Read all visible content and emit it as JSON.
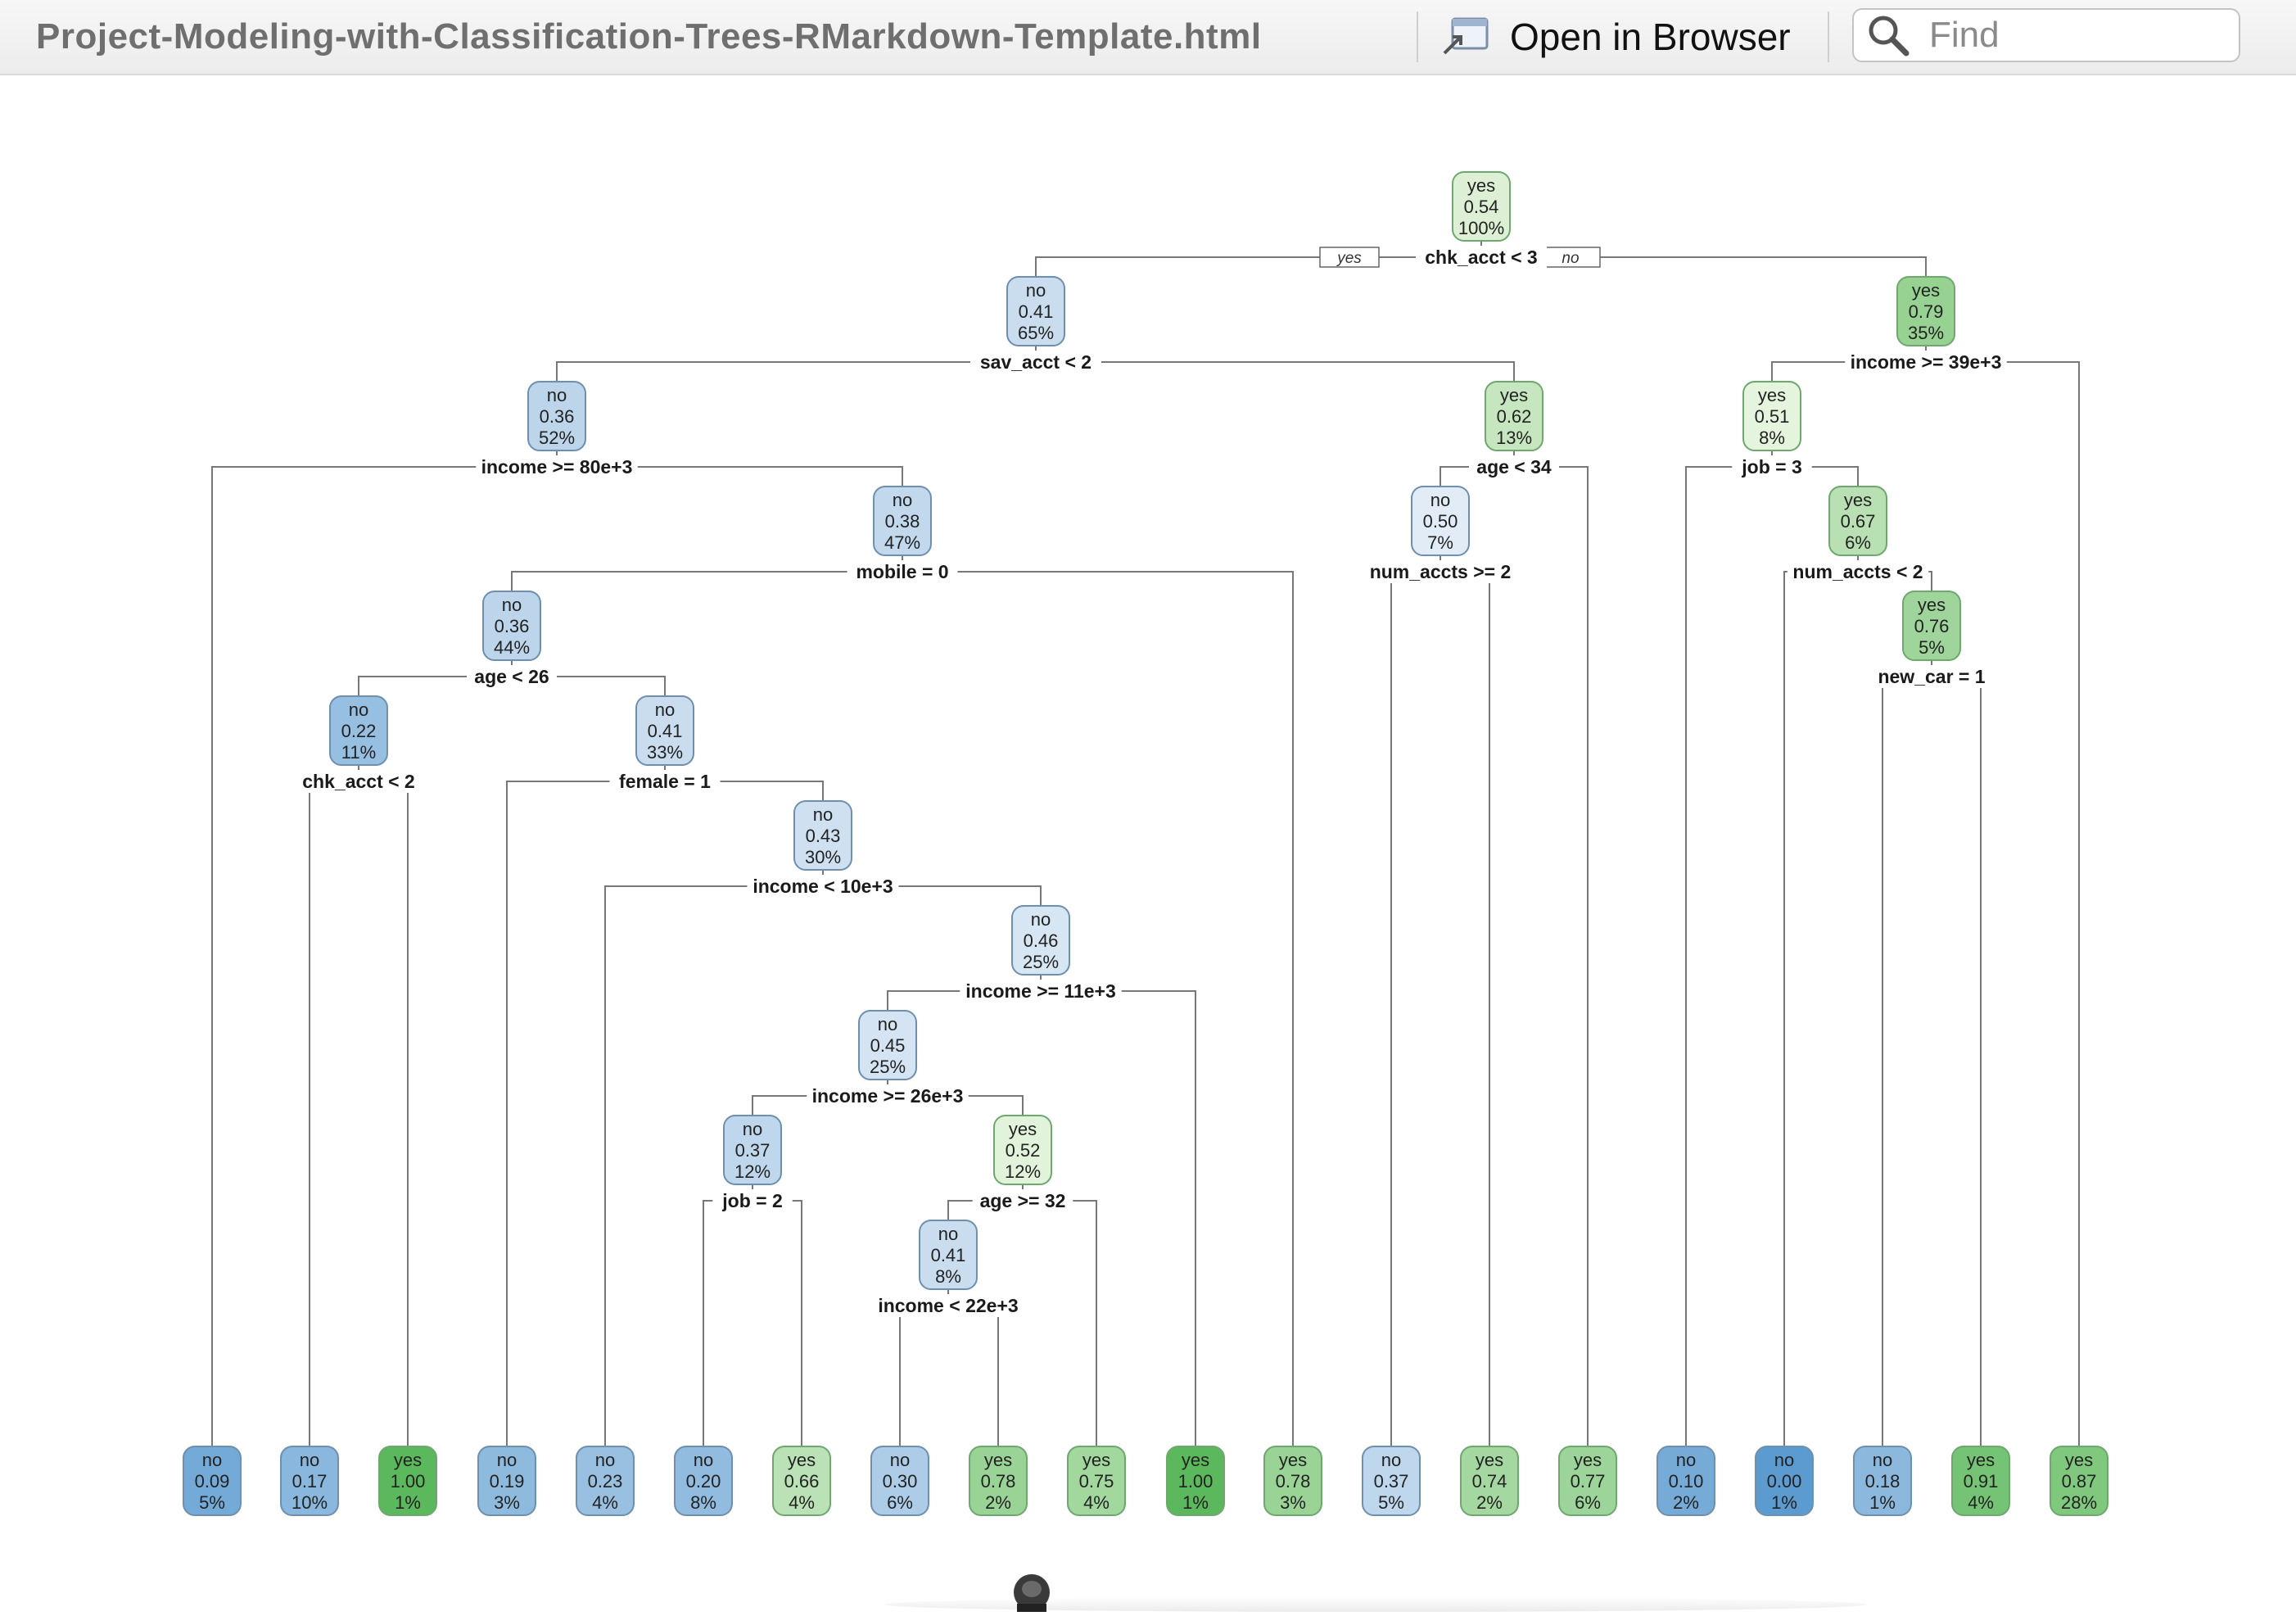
{
  "window": {
    "file_title": "Project-Modeling-with-Classification-Trees-RMarkdown-Template.html",
    "open_in_browser_label": "Open in Browser",
    "open_in_browser_icon": "open-in-browser-icon",
    "find_placeholder": "Find",
    "find_icon": "magnifier-icon"
  },
  "colors": {
    "edge": "#777777",
    "blue_strong": "#5b9bd0",
    "blue_light": "#e2ecf6",
    "green_strong": "#5cb85c",
    "green_light": "#e8f5e0",
    "node_border_blue": "#6f8fae",
    "node_border_green": "#6ea86e"
  },
  "tree": {
    "edge_tags": {
      "left": "yes",
      "right": "no"
    },
    "nodes": [
      {
        "id": 1,
        "cls": "yes",
        "prob": "0.54",
        "pct": "100%",
        "split": "chk_acct < 3"
      },
      {
        "id": 2,
        "parent": 1,
        "cls": "no",
        "prob": "0.41",
        "pct": "65%",
        "split": "sav_acct < 2"
      },
      {
        "id": 3,
        "parent": 1,
        "cls": "yes",
        "prob": "0.79",
        "pct": "35%",
        "split": "income >= 39e+3"
      },
      {
        "id": 4,
        "parent": 2,
        "cls": "no",
        "prob": "0.36",
        "pct": "52%",
        "split": "income >= 80e+3"
      },
      {
        "id": 5,
        "parent": 2,
        "cls": "yes",
        "prob": "0.62",
        "pct": "13%",
        "split": "age < 34"
      },
      {
        "id": 6,
        "parent": 3,
        "cls": "yes",
        "prob": "0.51",
        "pct": "8%",
        "split": "job = 3"
      },
      {
        "id": 7,
        "parent": 4,
        "cls": "no",
        "prob": "0.38",
        "pct": "47%",
        "split": "mobile = 0"
      },
      {
        "id": 8,
        "parent": 5,
        "cls": "no",
        "prob": "0.50",
        "pct": "7%",
        "split": "num_accts >= 2"
      },
      {
        "id": 9,
        "parent": 6,
        "cls": "yes",
        "prob": "0.67",
        "pct": "6%",
        "split": "num_accts < 2"
      },
      {
        "id": 10,
        "parent": 7,
        "cls": "no",
        "prob": "0.36",
        "pct": "44%",
        "split": "age < 26"
      },
      {
        "id": 11,
        "parent": 9,
        "cls": "yes",
        "prob": "0.76",
        "pct": "5%",
        "split": "new_car = 1"
      },
      {
        "id": 12,
        "parent": 10,
        "cls": "no",
        "prob": "0.22",
        "pct": "11%",
        "split": "chk_acct < 2"
      },
      {
        "id": 13,
        "parent": 10,
        "cls": "no",
        "prob": "0.41",
        "pct": "33%",
        "split": "female = 1"
      },
      {
        "id": 14,
        "parent": 13,
        "cls": "no",
        "prob": "0.43",
        "pct": "30%",
        "split": "income < 10e+3"
      },
      {
        "id": 15,
        "parent": 14,
        "cls": "no",
        "prob": "0.46",
        "pct": "25%",
        "split": "income >= 11e+3"
      },
      {
        "id": 16,
        "parent": 15,
        "cls": "no",
        "prob": "0.45",
        "pct": "25%",
        "split": "income >= 26e+3"
      },
      {
        "id": 17,
        "parent": 16,
        "cls": "no",
        "prob": "0.37",
        "pct": "12%",
        "split": "job = 2"
      },
      {
        "id": 18,
        "parent": 16,
        "cls": "yes",
        "prob": "0.52",
        "pct": "12%",
        "split": "age >= 32"
      },
      {
        "id": 19,
        "parent": 18,
        "cls": "no",
        "prob": "0.41",
        "pct": "8%",
        "split": "income < 22e+3"
      },
      {
        "id": 20,
        "parent": 4,
        "cls": "no",
        "prob": "0.09",
        "pct": "5%"
      },
      {
        "id": 21,
        "parent": 12,
        "cls": "no",
        "prob": "0.17",
        "pct": "10%"
      },
      {
        "id": 22,
        "parent": 12,
        "cls": "yes",
        "prob": "1.00",
        "pct": "1%"
      },
      {
        "id": 23,
        "parent": 13,
        "cls": "no",
        "prob": "0.19",
        "pct": "3%"
      },
      {
        "id": 24,
        "parent": 14,
        "cls": "no",
        "prob": "0.23",
        "pct": "4%"
      },
      {
        "id": 25,
        "parent": 17,
        "cls": "no",
        "prob": "0.20",
        "pct": "8%"
      },
      {
        "id": 26,
        "parent": 17,
        "cls": "yes",
        "prob": "0.66",
        "pct": "4%"
      },
      {
        "id": 27,
        "parent": 19,
        "cls": "no",
        "prob": "0.30",
        "pct": "6%"
      },
      {
        "id": 28,
        "parent": 19,
        "cls": "yes",
        "prob": "0.78",
        "pct": "2%"
      },
      {
        "id": 29,
        "parent": 18,
        "cls": "yes",
        "prob": "0.75",
        "pct": "4%"
      },
      {
        "id": 30,
        "parent": 15,
        "cls": "yes",
        "prob": "1.00",
        "pct": "1%"
      },
      {
        "id": 31,
        "parent": 7,
        "cls": "yes",
        "prob": "0.78",
        "pct": "3%"
      },
      {
        "id": 32,
        "parent": 8,
        "cls": "no",
        "prob": "0.37",
        "pct": "5%"
      },
      {
        "id": 33,
        "parent": 8,
        "cls": "yes",
        "prob": "0.74",
        "pct": "2%"
      },
      {
        "id": 34,
        "parent": 5,
        "cls": "yes",
        "prob": "0.77",
        "pct": "6%"
      },
      {
        "id": 35,
        "parent": 6,
        "cls": "no",
        "prob": "0.10",
        "pct": "2%"
      },
      {
        "id": 36,
        "parent": 9,
        "cls": "no",
        "prob": "0.00",
        "pct": "1%"
      },
      {
        "id": 37,
        "parent": 11,
        "cls": "no",
        "prob": "0.18",
        "pct": "1%"
      },
      {
        "id": 38,
        "parent": 11,
        "cls": "yes",
        "prob": "0.91",
        "pct": "4%"
      },
      {
        "id": 39,
        "parent": 3,
        "cls": "yes",
        "prob": "0.87",
        "pct": "28%"
      }
    ]
  }
}
